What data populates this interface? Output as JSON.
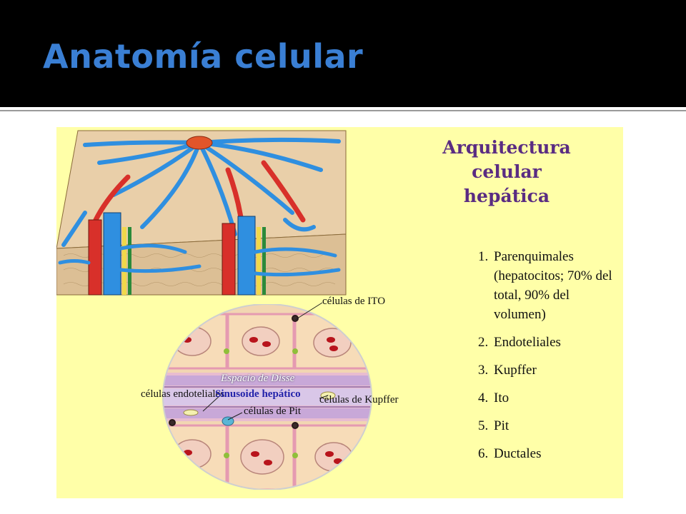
{
  "slide": {
    "title": "Anatomía celular"
  },
  "figure": {
    "title_line1": "Arquitectura celular",
    "title_line2": "hepática",
    "cell_types": [
      {
        "num": "1.",
        "label": "Parenquimales (hepatocitos; 70% del total, 90% del volumen)"
      },
      {
        "num": "2.",
        "label": "Endoteliales"
      },
      {
        "num": "3.",
        "label": "Kupffer"
      },
      {
        "num": "4.",
        "label": "Ito"
      },
      {
        "num": "5.",
        "label": "Pit"
      },
      {
        "num": "6.",
        "label": "Ductales"
      }
    ],
    "labels": {
      "ito": "células de ITO",
      "disse": "Espacio de Disse",
      "endothelial": "células endoteliales",
      "sinusoid": "Sinusoide hepático",
      "kupffer": "células de Kupffer",
      "pit": "células de Pit"
    }
  },
  "colors": {
    "title": "#3a7fd4",
    "figure_bg": "#ffffa8",
    "figure_title": "#5a2c82",
    "vein_blue": "#2f8fe0",
    "artery_red": "#d8302a",
    "hepatocyte": "#f3dcc3"
  }
}
